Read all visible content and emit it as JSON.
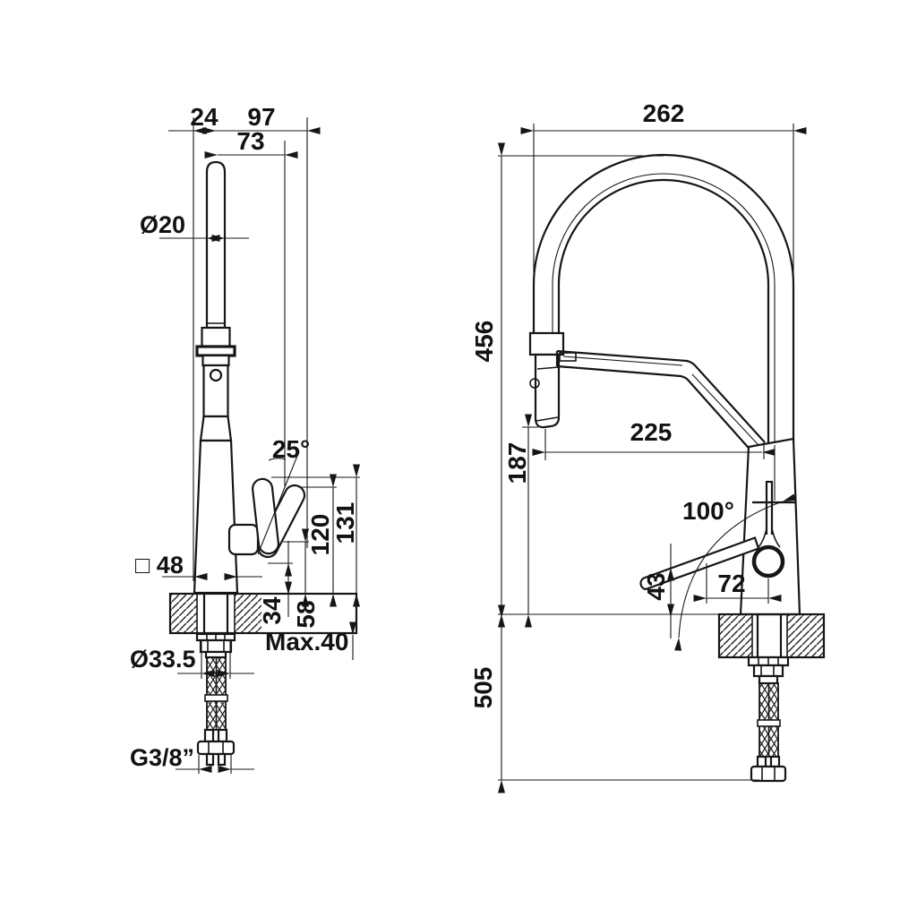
{
  "drawing": {
    "background": "#ffffff",
    "line_color": "#161616",
    "front_view": {
      "dim_24": "24",
      "dim_97": "97",
      "dim_73": "73",
      "dia_20": "Ø20",
      "angle_25": "25°",
      "base_48": "□ 48",
      "dim_120": "120",
      "dim_131": "131",
      "dim_34": "34",
      "dim_58": "58",
      "max_40": "Max.40",
      "dia_33_5": "Ø33.5",
      "thread": "G3/8”"
    },
    "side_view": {
      "dim_262": "262",
      "dim_456": "456",
      "dim_225": "225",
      "dim_187": "187",
      "angle_100": "100°",
      "dim_43": "43",
      "dim_72": "72",
      "dim_505": "505"
    }
  }
}
